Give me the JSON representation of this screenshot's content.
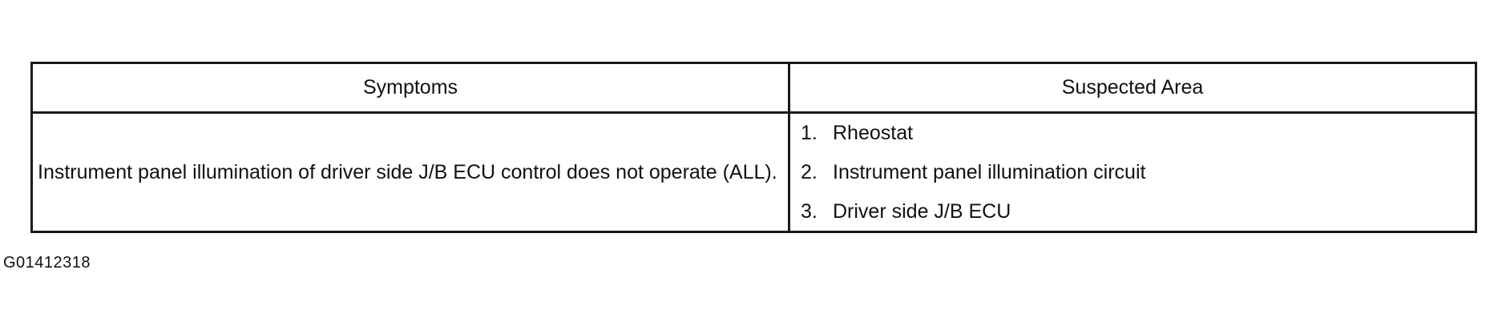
{
  "table": {
    "headers": {
      "symptoms": "Symptoms",
      "suspected_area": "Suspected Area"
    },
    "rows": [
      {
        "symptom": "Instrument panel illumination of driver side J/B ECU control does not operate (ALL).",
        "suspected_areas": [
          {
            "num": "1.",
            "text": "Rheostat"
          },
          {
            "num": "2.",
            "text": "Instrument panel illumination circuit"
          },
          {
            "num": "3.",
            "text": "Driver side J/B ECU"
          }
        ]
      }
    ]
  },
  "figure_code": "G01412318"
}
